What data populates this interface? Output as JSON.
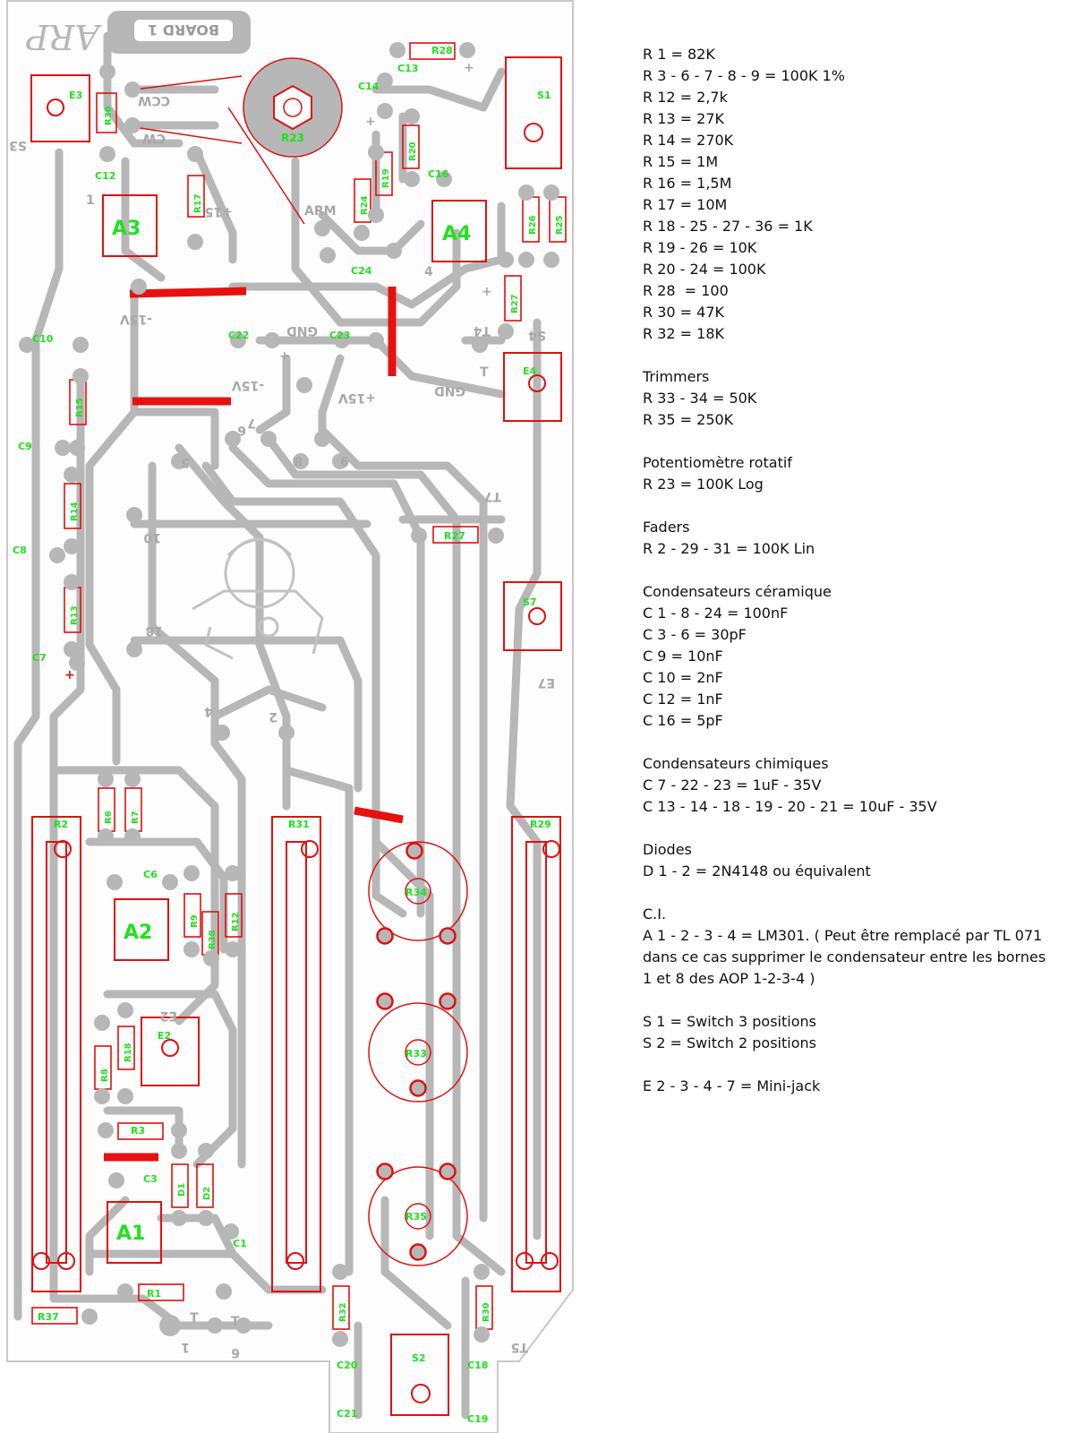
{
  "board": {
    "logo_text": "ARP",
    "title_text": "BOARD 1",
    "silkscreen_labels": [
      "CCW",
      "CW",
      "ARM",
      "GND",
      "-15V",
      "+15",
      "+15V",
      "-15V",
      "GND",
      "S3",
      "S4",
      "T4",
      "T",
      "T7",
      "E7",
      "E2",
      "T5",
      "T",
      "T",
      "1",
      "4",
      "5",
      "6",
      "7",
      "8",
      "9",
      "10",
      "18",
      "4",
      "2",
      "1",
      "6"
    ],
    "component_labels": {
      "resistors": [
        "R28",
        "R36",
        "R23",
        "R37",
        "R30",
        "R19",
        "R24",
        "R26",
        "R25",
        "R27",
        "R13",
        "R14",
        "R13",
        "R27",
        "R6",
        "R7",
        "R2",
        "R31",
        "R29",
        "R9",
        "R38",
        "R12",
        "R8",
        "R18",
        "R3",
        "R1",
        "R37",
        "R32",
        "R30"
      ],
      "caps": [
        "C13",
        "C14",
        "C12",
        "C16",
        "C24",
        "C10",
        "C22",
        "C23",
        "C9",
        "C8",
        "C7",
        "C6",
        "C3",
        "C1",
        "C20",
        "C21",
        "C18",
        "C19"
      ],
      "ics": [
        "A3",
        "A4",
        "A2",
        "A1"
      ],
      "switches": [
        "S1",
        "S2"
      ],
      "jacks": [
        "E3",
        "E4",
        "E2",
        "S7"
      ],
      "trimmers": [
        "R34",
        "R33",
        "R35"
      ],
      "diodes": [
        "D1",
        "D2"
      ]
    }
  },
  "bom": {
    "lines": [
      "R 1 = 82K",
      "R 3 - 6 - 7 - 8 - 9 = 100K 1%",
      "R 12 = 2,7k",
      "R 13 = 27K",
      "R 14 = 270K",
      "R 15 = 1M",
      "R 16 = 1,5M",
      "R 17 = 10M",
      "R 18 - 25 - 27 - 36 = 1K",
      "R 19 - 26 = 10K",
      "R 20 - 24 = 100K",
      "R 28  = 100",
      "R 30 = 47K",
      "R 32 = 18K",
      "",
      "Trimmers",
      "R 33 - 34 = 50K",
      "R 35 = 250K",
      "",
      "Potentiomètre rotatif",
      "R 23 = 100K Log",
      "",
      "Faders",
      "R 2 - 29 - 31 = 100K Lin",
      "",
      "Condensateurs céramique",
      "C 1 - 8 - 24 = 100nF",
      "C 3 - 6 = 30pF",
      "C 9 = 10nF",
      "C 10 = 2nF",
      "C 12 = 1nF",
      "C 16 = 5pF",
      "",
      "Condensateurs chimiques",
      "C 7 - 22 - 23 = 1uF - 35V",
      "C 13 - 14 - 18 - 19 - 20 - 21 = 10uF - 35V",
      "",
      "Diodes",
      "D 1 - 2 = 2N4148 ou équivalent",
      "",
      "C.I.",
      "A 1 - 2 - 3 - 4 = LM301. ( Peut être remplacé par TL 071 dans ce cas supprimer le condensateur entre les bornes 1 et 8 des AOP 1-2-3-4 )",
      "",
      "S 1 = Switch 3 positions",
      "S 2 = Switch 2 positions",
      "",
      "E 2 - 3 - 4 - 7 = Mini-jack"
    ]
  },
  "colors": {
    "copper": "#b4b4b4",
    "outline": "#e01010",
    "label": "#1fe21f",
    "jumper": "#e81010"
  }
}
